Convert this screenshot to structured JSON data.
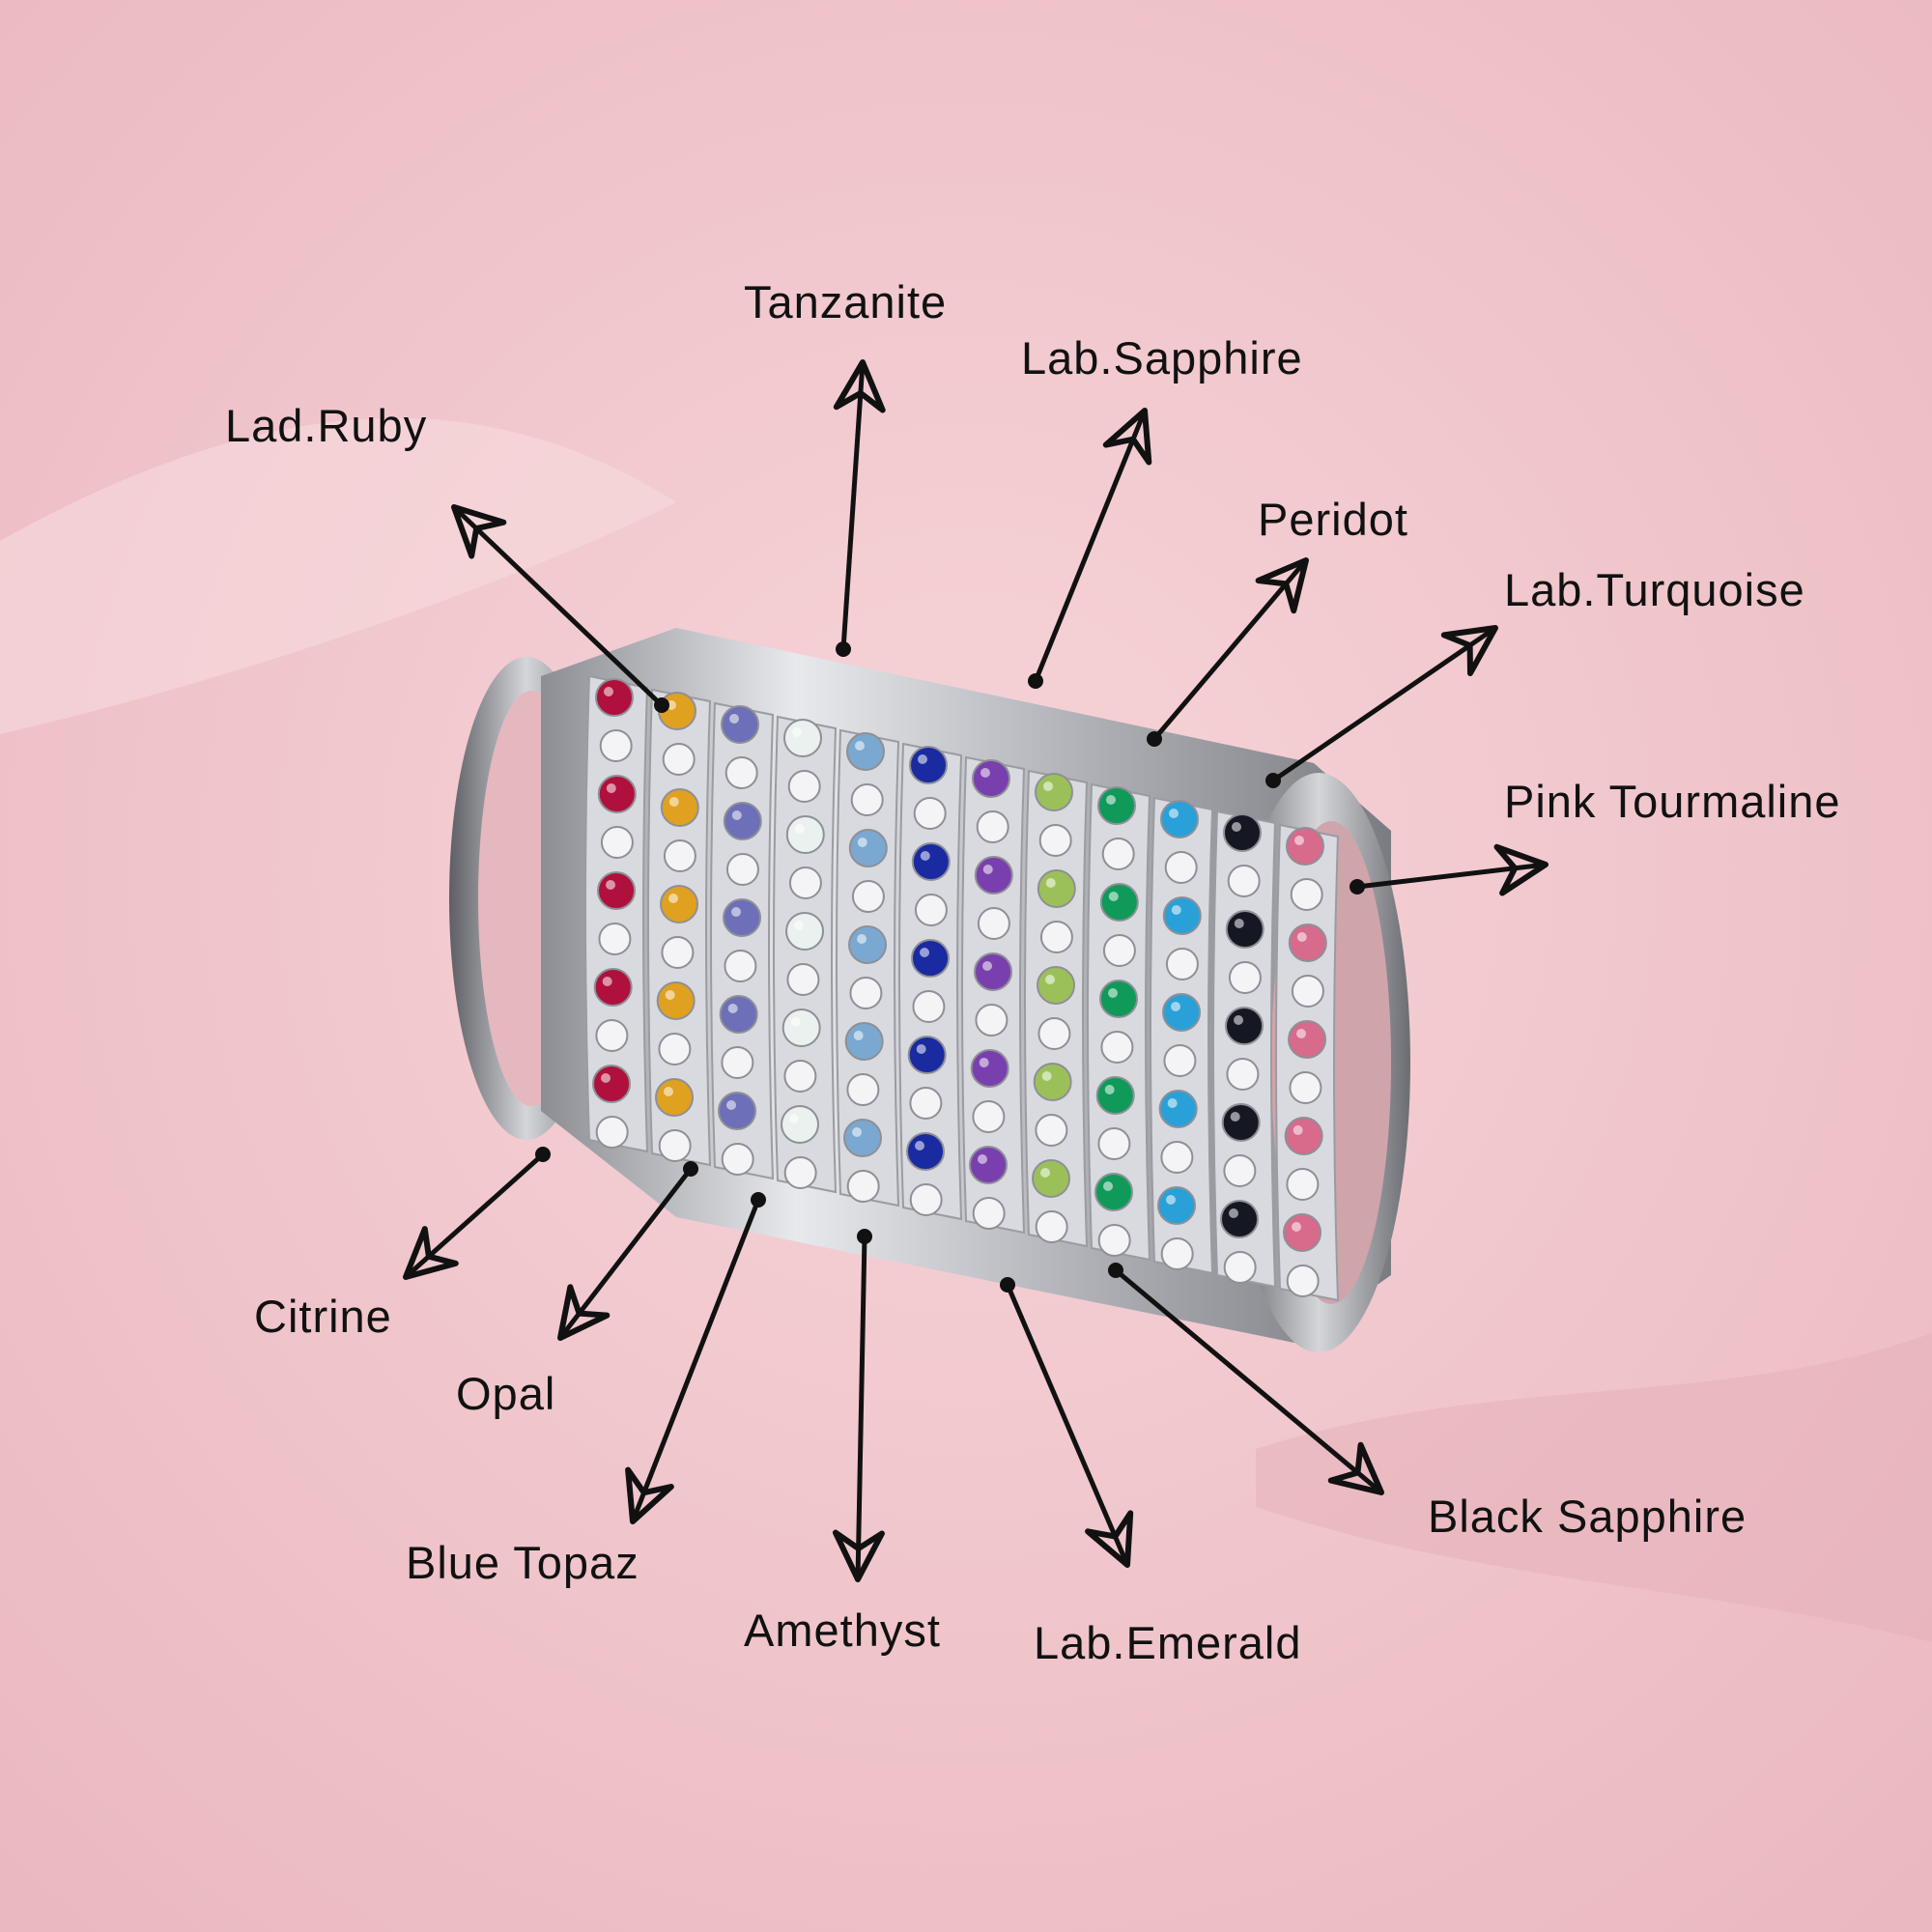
{
  "background_color": "#f2c9ce",
  "labels": {
    "tanzanite": "Tanzanite",
    "lab_sapphire": "Lab.Sapphire",
    "lad_ruby": "Lad.Ruby",
    "peridot": "Peridot",
    "lab_turquoise": "Lab.Turquoise",
    "pink_tourmaline": "Pink Tourmaline",
    "citrine": "Citrine",
    "opal": "Opal",
    "blue_topaz": "Blue Topaz",
    "amethyst": "Amethyst",
    "lab_emerald": "Lab.Emerald",
    "black_sapphire": "Black Sapphire"
  },
  "gem_colors": {
    "ruby": "#b0103c",
    "citrine": "#e0a020",
    "tanzanite": "#6d6fb8",
    "opal": "#eaf1ee",
    "blue_topaz": "#7aa8d0",
    "lab_sapphire": "#1a2aa0",
    "amethyst": "#7a3fae",
    "peridot": "#9bc05a",
    "lab_emerald": "#0f9a5a",
    "lab_turquoise": "#2aa0d8",
    "black_sapphire": "#151822",
    "pink_tourmaline": "#d86a8c",
    "white_stone": "#f4f4f6"
  }
}
